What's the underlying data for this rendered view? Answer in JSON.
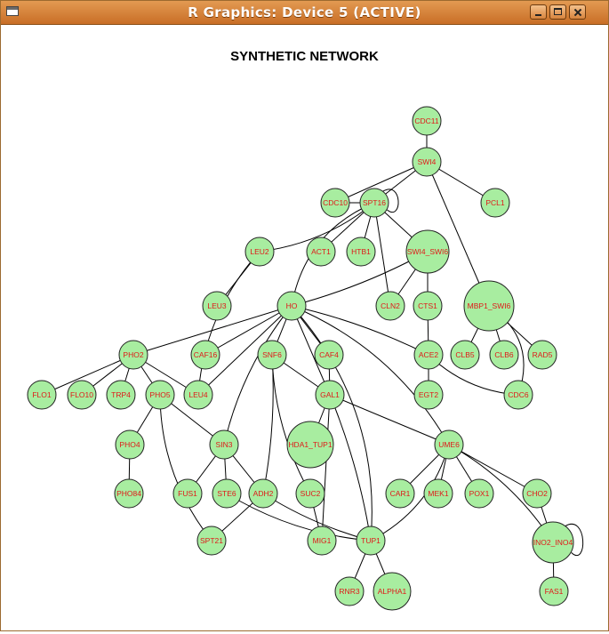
{
  "window": {
    "title": "R Graphics: Device 5 (ACTIVE)",
    "buttons": {
      "minimize": "minimize",
      "maximize": "maximize",
      "close": "close"
    }
  },
  "plot": {
    "title": "SYNTHETIC NETWORK",
    "colors": {
      "node_fill": "#a8eda0",
      "node_stroke": "#222222",
      "label": "#e01818",
      "edge": "#000000"
    }
  },
  "nodes": [
    {
      "id": "CDC11",
      "label": "CDC11"
    },
    {
      "id": "SWI4",
      "label": "SWI4"
    },
    {
      "id": "CDC10",
      "label": "CDC10"
    },
    {
      "id": "SPT16",
      "label": "SPT16"
    },
    {
      "id": "PCL1",
      "label": "PCL1"
    },
    {
      "id": "LEU2",
      "label": "LEU2"
    },
    {
      "id": "ACT1",
      "label": "ACT1"
    },
    {
      "id": "HTB1",
      "label": "HTB1"
    },
    {
      "id": "SWI4_SWI6",
      "label": "SWI4_SWI6"
    },
    {
      "id": "LEU3",
      "label": "LEU3"
    },
    {
      "id": "HO",
      "label": "HO"
    },
    {
      "id": "CLN2",
      "label": "CLN2"
    },
    {
      "id": "CTS1",
      "label": "CTS1"
    },
    {
      "id": "MBP1_SWI6",
      "label": "MBP1_SWI6"
    },
    {
      "id": "PHO2",
      "label": "PHO2"
    },
    {
      "id": "CAF16",
      "label": "CAF16"
    },
    {
      "id": "SNF6",
      "label": "SNF6"
    },
    {
      "id": "CAF4",
      "label": "CAF4"
    },
    {
      "id": "ACE2",
      "label": "ACE2"
    },
    {
      "id": "CLB5",
      "label": "CLB5"
    },
    {
      "id": "CLB6",
      "label": "CLB6"
    },
    {
      "id": "RAD5",
      "label": "RAD5"
    },
    {
      "id": "FLO1",
      "label": "FLO1"
    },
    {
      "id": "FLO10",
      "label": "FLO10"
    },
    {
      "id": "TRP4",
      "label": "TRP4"
    },
    {
      "id": "PHO5",
      "label": "PHO5"
    },
    {
      "id": "LEU4",
      "label": "LEU4"
    },
    {
      "id": "GAL1",
      "label": "GAL1"
    },
    {
      "id": "EGT2",
      "label": "EGT2"
    },
    {
      "id": "CDC6",
      "label": "CDC6"
    },
    {
      "id": "PHO4",
      "label": "PHO4"
    },
    {
      "id": "SIN3",
      "label": "SIN3"
    },
    {
      "id": "HDA1_TUP1",
      "label": "HDA1_TUP1"
    },
    {
      "id": "UME6",
      "label": "UME6"
    },
    {
      "id": "PHO84",
      "label": "PHO84"
    },
    {
      "id": "FUS1",
      "label": "FUS1"
    },
    {
      "id": "STE6",
      "label": "STE6"
    },
    {
      "id": "ADH2",
      "label": "ADH2"
    },
    {
      "id": "SUC2",
      "label": "SUC2"
    },
    {
      "id": "CAR1",
      "label": "CAR1"
    },
    {
      "id": "MEK1",
      "label": "MEK1"
    },
    {
      "id": "POX1",
      "label": "POX1"
    },
    {
      "id": "CHO2",
      "label": "CHO2"
    },
    {
      "id": "SPT21",
      "label": "SPT21"
    },
    {
      "id": "MIG1",
      "label": "MIG1"
    },
    {
      "id": "TUP1",
      "label": "TUP1"
    },
    {
      "id": "INO2_INO4",
      "label": "INO2_INO4"
    },
    {
      "id": "RNR3",
      "label": "RNR3"
    },
    {
      "id": "ALPHA1",
      "label": "ALPHA1"
    },
    {
      "id": "FAS1",
      "label": "FAS1"
    }
  ],
  "edges": [
    [
      "CDC11",
      "SWI4"
    ],
    [
      "SWI4",
      "SPT16"
    ],
    [
      "SWI4",
      "CDC10"
    ],
    [
      "SWI4",
      "PCL1"
    ],
    [
      "SWI4",
      "MBP1_SWI6"
    ],
    [
      "SPT16",
      "SPT16"
    ],
    [
      "SPT16",
      "CDC10"
    ],
    [
      "SPT16",
      "LEU2"
    ],
    [
      "SPT16",
      "ACT1"
    ],
    [
      "SPT16",
      "HTB1"
    ],
    [
      "SPT16",
      "SWI4_SWI6"
    ],
    [
      "SPT16",
      "CLN2"
    ],
    [
      "SPT16",
      "HO"
    ],
    [
      "SWI4_SWI6",
      "CLN2"
    ],
    [
      "SWI4_SWI6",
      "CTS1"
    ],
    [
      "SWI4_SWI6",
      "HO"
    ],
    [
      "LEU2",
      "LEU3"
    ],
    [
      "LEU2",
      "LEU4"
    ],
    [
      "CTS1",
      "ACE2"
    ],
    [
      "ACE2",
      "EGT2"
    ],
    [
      "ACE2",
      "CDC6"
    ],
    [
      "MBP1_SWI6",
      "CLB5"
    ],
    [
      "MBP1_SWI6",
      "CLB6"
    ],
    [
      "MBP1_SWI6",
      "RAD5"
    ],
    [
      "MBP1_SWI6",
      "CDC6"
    ],
    [
      "HO",
      "PHO2"
    ],
    [
      "HO",
      "CAF16"
    ],
    [
      "HO",
      "SNF6"
    ],
    [
      "HO",
      "CAF4"
    ],
    [
      "HO",
      "ACE2"
    ],
    [
      "HO",
      "LEU4"
    ],
    [
      "HO",
      "SIN3"
    ],
    [
      "HO",
      "GAL1"
    ],
    [
      "HO",
      "UME6"
    ],
    [
      "HO",
      "TUP1"
    ],
    [
      "PHO2",
      "FLO1"
    ],
    [
      "PHO2",
      "FLO10"
    ],
    [
      "PHO2",
      "TRP4"
    ],
    [
      "PHO2",
      "PHO5"
    ],
    [
      "PHO2",
      "LEU4"
    ],
    [
      "PHO5",
      "PHO4"
    ],
    [
      "PHO5",
      "SIN3"
    ],
    [
      "PHO5",
      "SPT21"
    ],
    [
      "PHO4",
      "PHO84"
    ],
    [
      "SNF6",
      "ADH2"
    ],
    [
      "SNF6",
      "SUC2"
    ],
    [
      "SNF6",
      "GAL1"
    ],
    [
      "CAF4",
      "GAL1"
    ],
    [
      "GAL1",
      "HDA1_TUP1"
    ],
    [
      "GAL1",
      "MIG1"
    ],
    [
      "GAL1",
      "TUP1"
    ],
    [
      "GAL1",
      "UME6"
    ],
    [
      "SIN3",
      "FUS1"
    ],
    [
      "SIN3",
      "STE6"
    ],
    [
      "SIN3",
      "ADH2"
    ],
    [
      "STE6",
      "TUP1"
    ],
    [
      "ADH2",
      "SPT21"
    ],
    [
      "ADH2",
      "TUP1"
    ],
    [
      "SUC2",
      "MIG1"
    ],
    [
      "UME6",
      "CAR1"
    ],
    [
      "UME6",
      "MEK1"
    ],
    [
      "UME6",
      "POX1"
    ],
    [
      "UME6",
      "CHO2"
    ],
    [
      "UME6",
      "INO2_INO4"
    ],
    [
      "UME6",
      "TUP1"
    ],
    [
      "CHO2",
      "INO2_INO4"
    ],
    [
      "INO2_INO4",
      "INO2_INO4"
    ],
    [
      "INO2_INO4",
      "FAS1"
    ],
    [
      "TUP1",
      "RNR3"
    ],
    [
      "TUP1",
      "ALPHA1"
    ]
  ]
}
